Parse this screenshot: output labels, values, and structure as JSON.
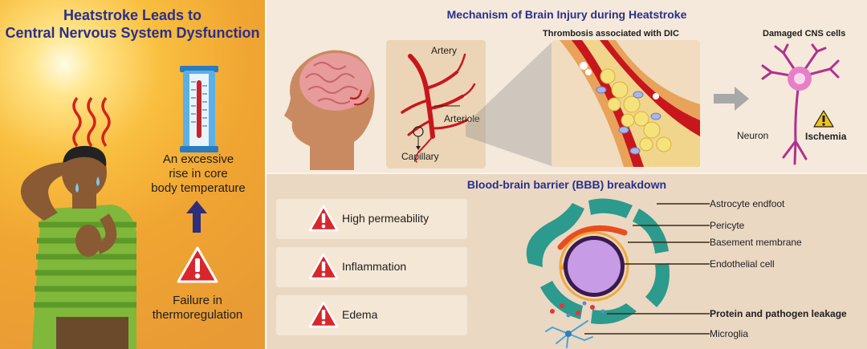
{
  "left": {
    "title_line1": "Heatstroke Leads to",
    "title_line2": "Central Nervous System Dysfunction",
    "rise_line1": "An excessive",
    "rise_line2": "rise in core",
    "rise_line3": "body temperature",
    "failure_line1": "Failure in",
    "failure_line2": "thermoregulation"
  },
  "mechanism": {
    "title": "Mechanism of Brain Injury during Heatstroke",
    "artery": "Artery",
    "arteriole": "Arteriole",
    "capillary": "Capillary",
    "thrombosis": "Thrombosis associated with DIC",
    "damaged": "Damaged CNS cells",
    "neuron": "Neuron",
    "ischemia": "Ischemia"
  },
  "bbb": {
    "title": "Blood-brain barrier (BBB) breakdown",
    "effects": [
      "High permeability",
      "Inflammation",
      "Edema"
    ],
    "labels": {
      "astrocyte": "Astrocyte endfoot",
      "pericyte": "Pericyte",
      "basement": "Basement membrane",
      "endothelial": "Endothelial cell",
      "leakage": "Protein and pathogen leakage",
      "microglia": "Microglia"
    }
  },
  "colors": {
    "title_blue": "#2b2f8c",
    "warning_red": "#d9262c",
    "vessel_red": "#c8161d",
    "neuron_purple": "#b0308f"
  }
}
